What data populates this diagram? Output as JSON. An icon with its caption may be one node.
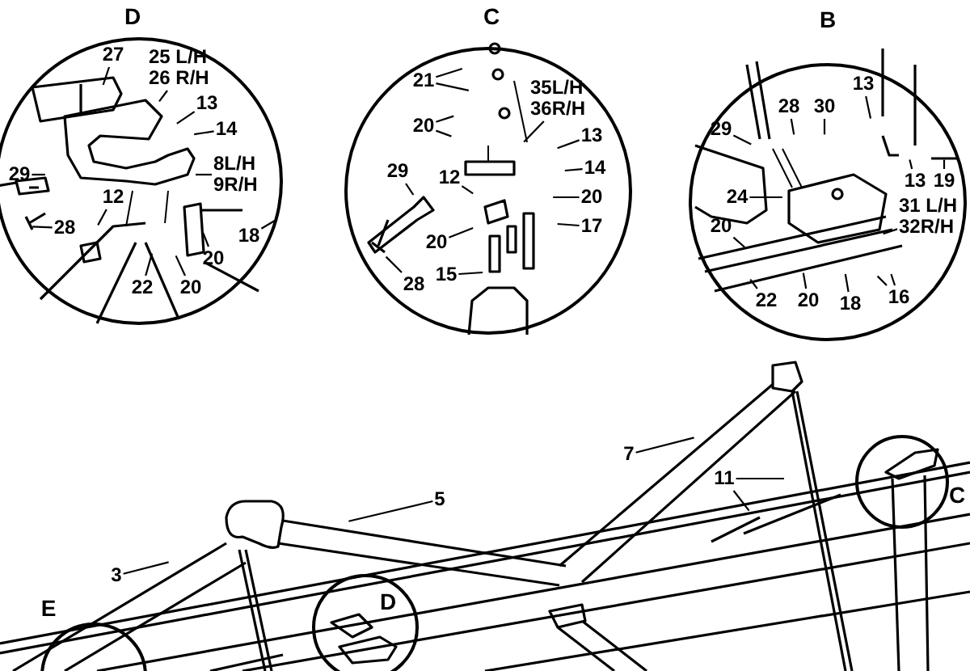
{
  "diagram": {
    "nodes": [
      {
        "text": [
          "D"
        ]
      },
      {
        "text": [
          "27"
        ],
        "in": 0
      },
      {
        "text": [
          "25 L/H 26 R/H"
        ],
        "in": 0
      },
      {
        "text": [
          "13"
        ],
        "in": 0
      },
      {
        "text": [
          "14"
        ],
        "in": 0
      },
      {
        "text": [
          "8L/H 9R/H"
        ],
        "in": 0
      },
      {
        "text": [
          "29"
        ],
        "in": 0
      },
      {
        "text": [
          "12"
        ],
        "in": 0
      },
      {
        "text": [
          "28"
        ],
        "in": 0
      },
      {
        "text": [
          "18"
        ],
        "in": 0
      },
      {
        "text": [
          "20"
        ],
        "in": 0
      },
      {
        "text": [
          "22"
        ],
        "in": 0
      },
      {
        "text": [
          "20"
        ],
        "in": 0
      },
      {
        "text": [
          "C"
        ]
      },
      {
        "text": [
          "21"
        ],
        "in": 13
      },
      {
        "text": [
          "20"
        ],
        "in": 13
      },
      {
        "text": [
          "35L/H 36R/H"
        ],
        "in": 13
      },
      {
        "text": [
          "13"
        ],
        "in": 13
      },
      {
        "text": [
          "14"
        ],
        "in": 13
      },
      {
        "text": [
          "29"
        ],
        "in": 13
      },
      {
        "text": [
          "12"
        ],
        "in": 13
      },
      {
        "text": [
          "20"
        ],
        "in": 13
      },
      {
        "text": [
          "17"
        ],
        "in": 13
      },
      {
        "text": [
          "20"
        ],
        "in": 13
      },
      {
        "text": [
          "15"
        ],
        "in": 13
      },
      {
        "text": [
          "28"
        ],
        "in": 13
      },
      {
        "text": [
          "B"
        ]
      },
      {
        "text": [
          "13"
        ],
        "in": 26
      },
      {
        "text": [
          "28"
        ],
        "in": 26
      },
      {
        "text": [
          "30"
        ],
        "in": 26
      },
      {
        "text": [
          "29"
        ],
        "in": 26
      },
      {
        "text": [
          "13"
        ],
        "in": 26
      },
      {
        "text": [
          "19"
        ],
        "in": 26
      },
      {
        "text": [
          "24"
        ],
        "in": 26
      },
      {
        "text": [
          "20"
        ],
        "in": 26
      },
      {
        "text": [
          "31 L/H 32R/H"
        ],
        "in": 26
      },
      {
        "text": [
          "22"
        ],
        "in": 26
      },
      {
        "text": [
          "20"
        ],
        "in": 26
      },
      {
        "text": [
          "18"
        ],
        "in": 26
      },
      {
        "text": [
          "16"
        ],
        "in": 26
      },
      {
        "text": [
          "3"
        ]
      },
      {
        "text": [
          "5"
        ]
      },
      {
        "text": [
          "7"
        ]
      },
      {
        "text": [
          "11"
        ]
      },
      {
        "text": [
          "E"
        ]
      },
      {
        "text": [
          "D"
        ]
      },
      {
        "text": [
          "C"
        ]
      }
    ],
    "edges": [
      {
        "from": 1,
        "to": null,
        "arrow": "none"
      },
      {
        "from": 2,
        "to": null,
        "arrow": "none"
      },
      {
        "from": 3,
        "to": null,
        "arrow": "none"
      },
      {
        "from": 4,
        "to": null,
        "arrow": "none"
      },
      {
        "from": 5,
        "to": null,
        "arrow": "none"
      },
      {
        "from": 6,
        "to": null,
        "arrow": "none"
      },
      {
        "from": 7,
        "to": null,
        "arrow": "none"
      },
      {
        "from": 8,
        "to": null,
        "arrow": "none"
      },
      {
        "from": 9,
        "to": null,
        "arrow": "none"
      },
      {
        "from": 10,
        "to": null,
        "arrow": "none"
      },
      {
        "from": 11,
        "to": null,
        "arrow": "none"
      },
      {
        "from": 12,
        "to": null,
        "arrow": "none"
      },
      {
        "from": 14,
        "to": null,
        "arrow": "none"
      },
      {
        "from": 14,
        "to": null,
        "arrow": "none"
      },
      {
        "from": 15,
        "to": null,
        "arrow": "none"
      },
      {
        "from": 15,
        "to": null,
        "arrow": "none"
      },
      {
        "from": 16,
        "to": null,
        "arrow": "none"
      },
      {
        "from": 17,
        "to": null,
        "arrow": "none"
      },
      {
        "from": 18,
        "to": null,
        "arrow": "none"
      },
      {
        "from": 19,
        "to": null,
        "arrow": "none"
      },
      {
        "from": 20,
        "to": null,
        "arrow": "none"
      },
      {
        "from": 21,
        "to": null,
        "arrow": "none"
      },
      {
        "from": 22,
        "to": null,
        "arrow": "none"
      },
      {
        "from": 23,
        "to": null,
        "arrow": "none"
      },
      {
        "from": 24,
        "to": null,
        "arrow": "none"
      },
      {
        "from": 25,
        "to": null,
        "arrow": "none"
      },
      {
        "from": 27,
        "to": null,
        "arrow": "none"
      },
      {
        "from": 28,
        "to": null,
        "arrow": "none"
      },
      {
        "from": 29,
        "to": null,
        "arrow": "none"
      },
      {
        "from": 30,
        "to": null,
        "arrow": "none"
      },
      {
        "from": 31,
        "to": null,
        "arrow": "none"
      },
      {
        "from": 32,
        "to": null,
        "arrow": "none"
      },
      {
        "from": 33,
        "to": null,
        "arrow": "none"
      },
      {
        "from": 34,
        "to": null,
        "arrow": "none"
      },
      {
        "from": 35,
        "to": null,
        "arrow": "none"
      },
      {
        "from": 36,
        "to": null,
        "arrow": "none"
      },
      {
        "from": 37,
        "to": null,
        "arrow": "none"
      },
      {
        "from": 38,
        "to": null,
        "arrow": "none"
      },
      {
        "from": 39,
        "to": null,
        "arrow": "none"
      },
      {
        "from": 39,
        "to": null,
        "arrow": "none"
      },
      {
        "from": 40,
        "to": null,
        "arrow": "none"
      },
      {
        "from": 41,
        "to": null,
        "arrow": "none"
      },
      {
        "from": 42,
        "to": null,
        "arrow": "none"
      },
      {
        "from": 43,
        "to": null,
        "arrow": "none"
      },
      {
        "from": 43,
        "to": null,
        "arrow": "none"
      }
    ]
  }
}
